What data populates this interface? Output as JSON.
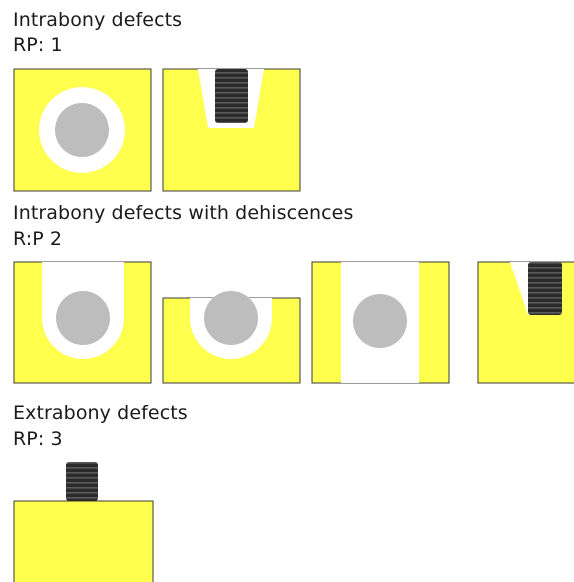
{
  "colors": {
    "bone": "#ffff4d",
    "defect": "#ffffff",
    "implant": "#bdbdbd",
    "thread": "#3a3a3a",
    "outline": "#3a3a3a"
  },
  "sections": [
    {
      "title": "Intrabony defects",
      "rp": "RP: 1"
    },
    {
      "title": "Intrabony defects with dehiscences",
      "rp": "R:P 2"
    },
    {
      "title": "Extrabony defects",
      "rp": "RP: 3"
    }
  ]
}
